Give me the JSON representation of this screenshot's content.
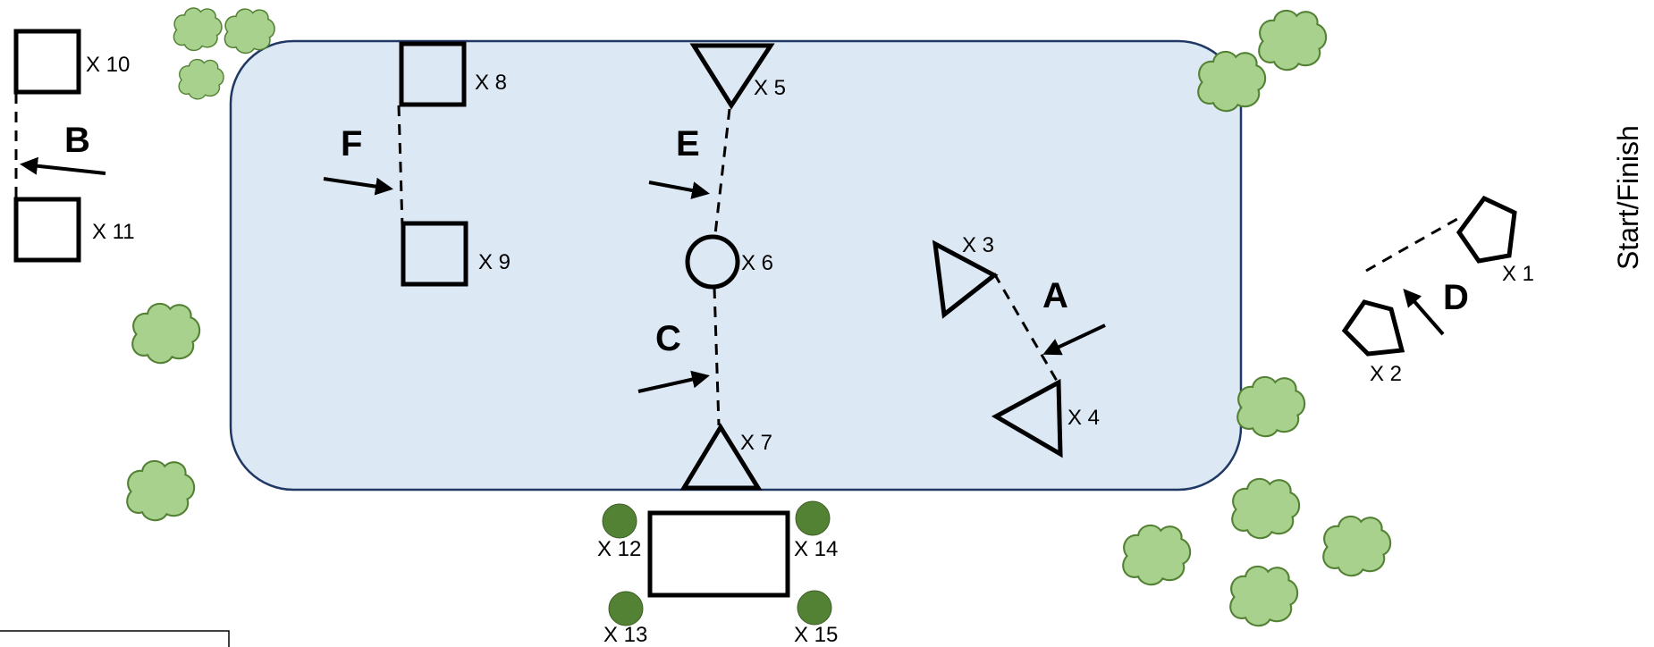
{
  "diagram": {
    "start_finish_label": "Start/Finish",
    "colors": {
      "water_fill": "#dde8f5",
      "water_stroke": "#1f3864",
      "bush_fill": "#a9d18e",
      "bush_stroke": "#548235",
      "dot_fill": "#548235"
    },
    "markers": {
      "x1": "X 1",
      "x2": "X 2",
      "x3": "X 3",
      "x4": "X 4",
      "x5": "X 5",
      "x6": "X 6",
      "x7": "X 7",
      "x8": "X 8",
      "x9": "X 9",
      "x10": "X 10",
      "x11": "X 11",
      "x12": "X 12",
      "x13": "X 13",
      "x14": "X 14",
      "x15": "X 15"
    },
    "gates": {
      "a": "A",
      "b": "B",
      "c": "C",
      "d": "D",
      "e": "E",
      "f": "F"
    }
  }
}
